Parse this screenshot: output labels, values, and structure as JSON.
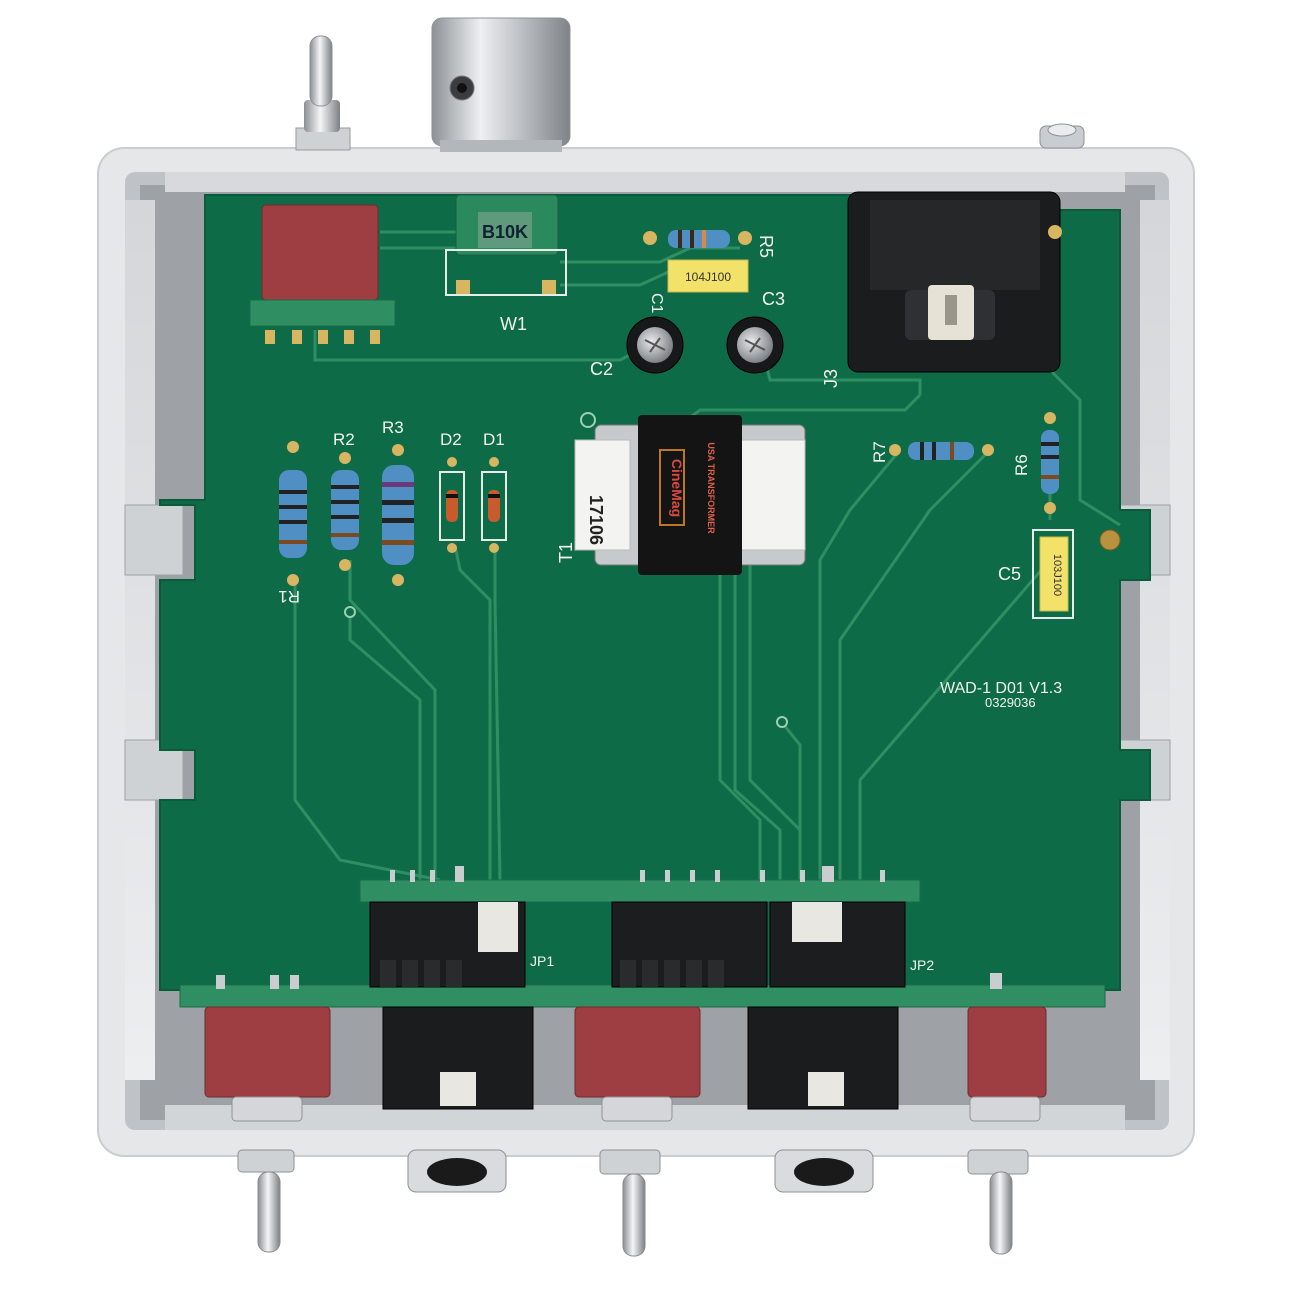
{
  "board": {
    "model": "WAD-1 D01 V1.3",
    "serial": "0329036"
  },
  "colors": {
    "pcb": "#0e6b48",
    "trace": "#2f8f62",
    "enclosure": "#e3e5e7",
    "switch_red": "#9e3e43",
    "jack_black": "#1b1c1e"
  },
  "labels": {
    "R1": "R1",
    "R2": "R2",
    "R3": "R3",
    "R5": "R5",
    "R6": "R6",
    "R7": "R7",
    "D1": "D1",
    "D2": "D2",
    "C1": "C1",
    "C2": "C2",
    "C3": "C3",
    "C5": "C5",
    "W1": "W1",
    "J3": "J3",
    "T1": "T1",
    "JP1": "JP1",
    "JP2": "JP2"
  },
  "components": {
    "cap_c3_marking": "104J100",
    "cap_c5_marking": "103J100",
    "pot_marking": "B10K",
    "transformer_number": "17106",
    "transformer_brand": "CineMag",
    "transformer_sub": "USA TRANSFORMER"
  }
}
